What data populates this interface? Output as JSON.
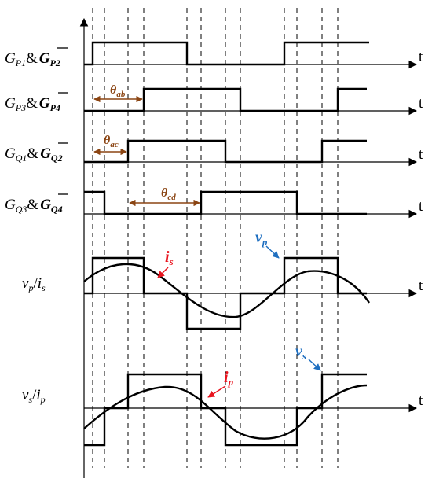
{
  "gate_labels": [
    {
      "a_main": "G",
      "a_sub": "P1",
      "b_main": "G",
      "b_sub": "P2"
    },
    {
      "a_main": "G",
      "a_sub": "P3",
      "b_main": "G",
      "b_sub": "P4"
    },
    {
      "a_main": "G",
      "a_sub": "Q1",
      "b_main": "G",
      "b_sub": "Q2"
    },
    {
      "a_main": "G",
      "a_sub": "Q3",
      "b_main": "G",
      "b_sub": "Q4"
    }
  ],
  "amp": "&",
  "wave_labels": [
    {
      "a_main": "v",
      "a_sub": "p",
      "b_main": "i",
      "b_sub": "s"
    },
    {
      "a_main": "v",
      "a_sub": "s",
      "b_main": "i",
      "b_sub": "p"
    }
  ],
  "time_label": "t",
  "phase_shifts": [
    {
      "main": "θ",
      "sub": "ab"
    },
    {
      "main": "θ",
      "sub": "ac"
    },
    {
      "main": "θ",
      "sub": "cd"
    }
  ],
  "annotations": {
    "is": {
      "main": "i",
      "sub": "s"
    },
    "vp": {
      "main": "v",
      "sub": "p"
    },
    "ip": {
      "main": "i",
      "sub": "p"
    },
    "vs": {
      "main": "v",
      "sub": "s"
    }
  },
  "colors": {
    "phase": "#8B4513",
    "red": "#e8141e",
    "blue": "#1f6fc0"
  }
}
